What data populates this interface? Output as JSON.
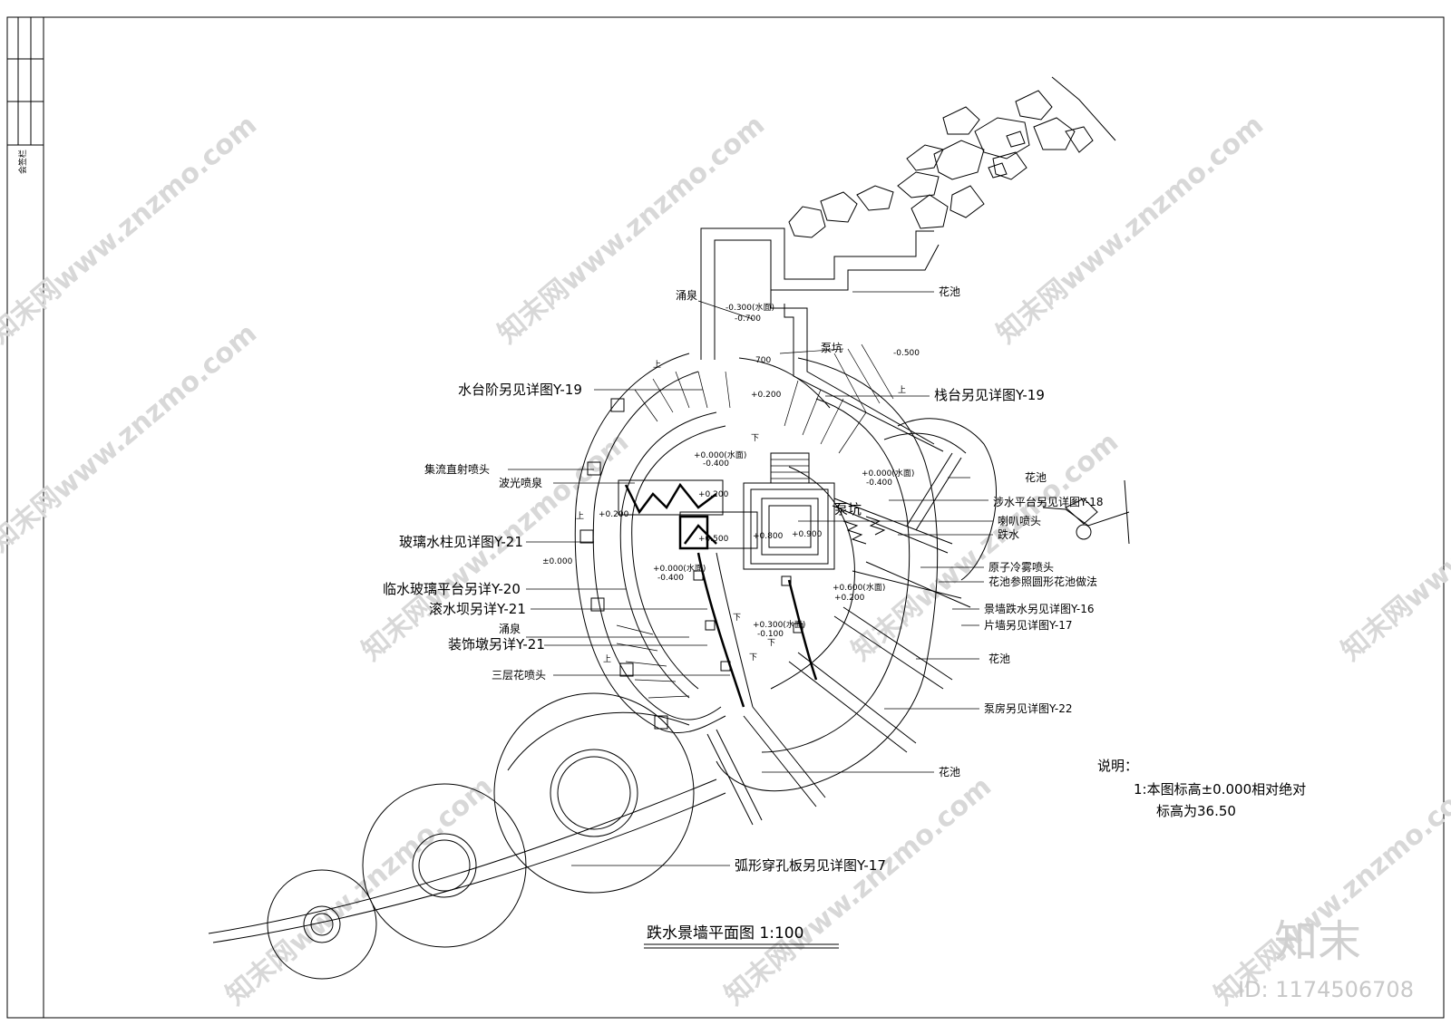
{
  "drawing": {
    "title": "跌水景墙平面图 1:100",
    "side_label": "会签栏",
    "notes": {
      "heading": "说明：",
      "line1": "1:本图标高±0.000相对绝对",
      "line2": "标高为36.50"
    }
  },
  "labels": {
    "yongquan_top": "涌泉",
    "huachi_top": "花池",
    "bengkeng": "泵坑",
    "shuitaijie": "水台阶另见详图Y-19",
    "zhantai": "栈台另见详图Y-19",
    "jiliu": "集流直射喷头",
    "boguang": "波光喷泉",
    "huachi_right1": "花池",
    "sheshui": "涉水平台另见详图Y-18",
    "laba": "喇叭喷头",
    "dieshui": "跌水",
    "boli_shuizhu": "玻璃水柱见详图Y-21",
    "yuanzi": "原子冷雾喷头",
    "huachi_canzhao": "花池参照圆形花池做法",
    "linshui": "临水玻璃平台另详Y-20",
    "gunshuiba": "滚水坝另详Y-21",
    "jingqiang": "景墙跌水另见详图Y-16",
    "pianqiang": "片墙另见详图Y-17",
    "yongquan_mid": "涌泉",
    "zhuangshidun": "装饰墩另详Y-21",
    "huachi_right2": "花池",
    "sanceng": "三层花喷头",
    "bengfang": "泵房另见详图Y-22",
    "huachi_bottom": "花池",
    "huxing": "弧形穿孔板另见详图Y-17",
    "bengkeng_center": "泵坑"
  },
  "elevations": {
    "e1": "-0.300(水面)",
    "e2": "-0.700",
    "e3": "-0.500",
    "e4": "+0.200",
    "e5": "+0.000(水面)",
    "e6": "-0.400",
    "e7": "+0.000(水面)",
    "e8": "-0.400",
    "e9": "+0.200",
    "e10": "+0.200",
    "e11": "+0.500",
    "e12": "+0.800",
    "e13": "+0.900",
    "e14": "±0.000",
    "e15": "+0.000(水面)",
    "e16": "-0.400",
    "e17": "+0.600(水面)",
    "e18": "+0.200",
    "e19": "+0.300(水面)",
    "e20": "-0.100",
    "e21": "700"
  },
  "stairs": {
    "up": "上",
    "down": "下"
  },
  "watermark": {
    "site": "知末网www.znzmo.com",
    "logo": "知末",
    "id": "ID: 1174506708"
  }
}
